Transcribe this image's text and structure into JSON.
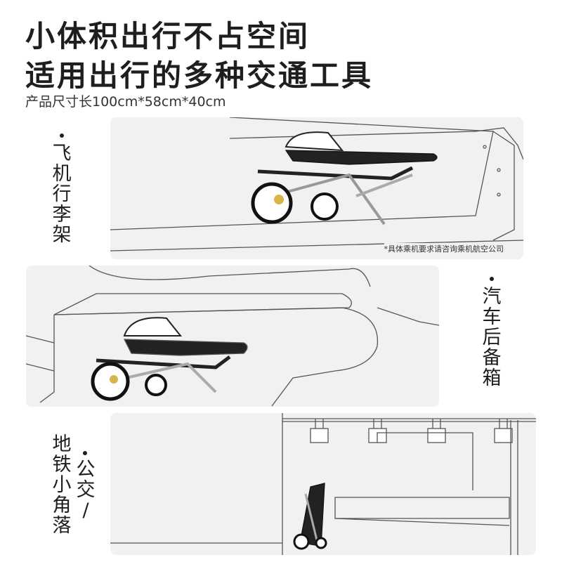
{
  "headline": {
    "line1": "小体积出行不占空间",
    "line2": "适用出行的多种交通工具"
  },
  "subtitle": "产品尺寸长100cm*58cm*40cm",
  "scenes": [
    {
      "label": [
        "飞",
        "机",
        "行",
        "李",
        "架"
      ],
      "note": "*具体乘机要求请咨询乘机航空公司"
    },
    {
      "label": [
        "汽",
        "车",
        "后",
        "备",
        "箱"
      ]
    },
    {
      "label": [
        "地",
        "铁",
        "小",
        "角",
        "落"
      ],
      "label2": [
        "公",
        "交",
        "/"
      ]
    }
  ]
}
